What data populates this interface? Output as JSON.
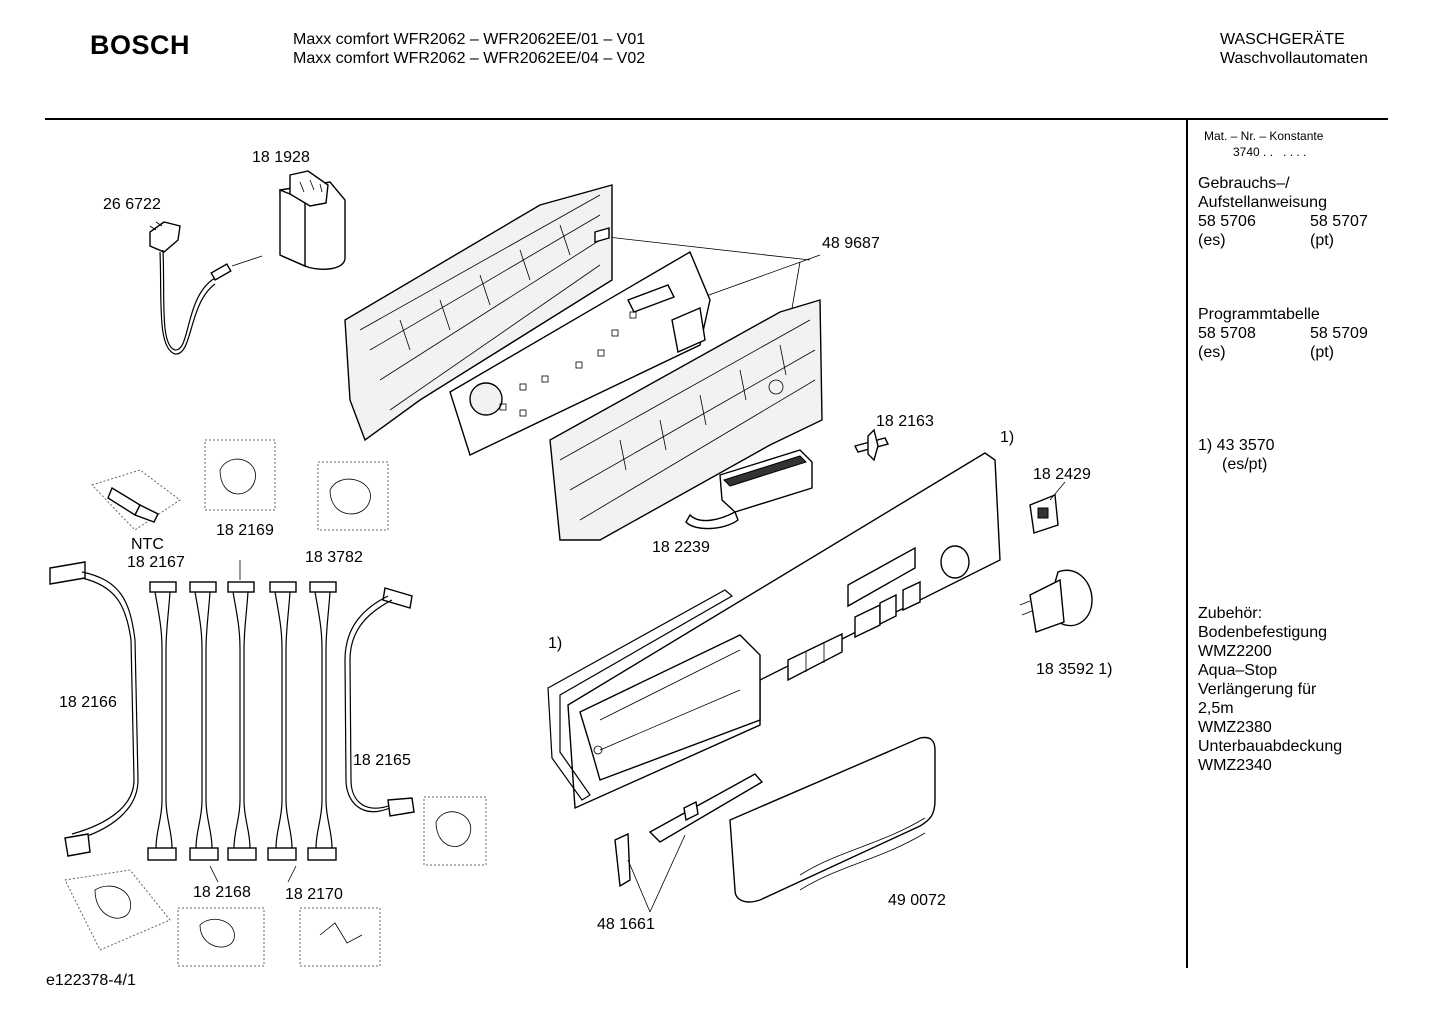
{
  "header": {
    "brand": "BOSCH",
    "model_line_1": "Maxx comfort WFR2062 – WFR2062EE/01 – V01",
    "model_line_2": "Maxx comfort WFR2062 – WFR2062EE/04 – V02",
    "category_1": "WASCHGERÄTE",
    "category_2": "Waschvollautomaten"
  },
  "sidebar": {
    "mat_label": "Mat. – Nr. – Konstante",
    "mat_value": "3740 . .   . . . .",
    "manual_title_1": "Gebrauchs–/",
    "manual_title_2": "Aufstellanweisung",
    "manual_nr_1": "58 5706",
    "manual_nr_2": "58 5707",
    "manual_lang_1": "(es)",
    "manual_lang_2": "(pt)",
    "table_title": "Programmtabelle",
    "table_nr_1": "58 5708",
    "table_nr_2": "58 5709",
    "table_lang_1": "(es)",
    "table_lang_2": "(pt)",
    "note_1": "1)  43 3570",
    "note_2": "(es/pt)",
    "accessories": [
      "Zubehör:",
      "Bodenbefestigung",
      "WMZ2200",
      "Aqua–Stop",
      "Verlängerung für",
      "2,5m",
      "WMZ2380",
      "Unterbauabdeckung",
      "WMZ2340"
    ]
  },
  "parts": {
    "p181928": "18 1928",
    "p266722": "26 6722",
    "p489687": "48 9687",
    "p182163": "18 2163",
    "note_top": "1)",
    "p182429": "18 2429",
    "p182239": "18 2239",
    "ntc": "NTC",
    "p182167": "18 2167",
    "p182169": "18 2169",
    "p183782": "18 3782",
    "p183592": "18 3592 1)",
    "note_left": "1)",
    "p182166": "18 2166",
    "p182165": "18 2165",
    "p182168": "18 2168",
    "p182170": "18 2170",
    "p490072": "49 0072",
    "p481661": "48 1661"
  },
  "footer": {
    "drawing_id": "e122378-4/1"
  }
}
